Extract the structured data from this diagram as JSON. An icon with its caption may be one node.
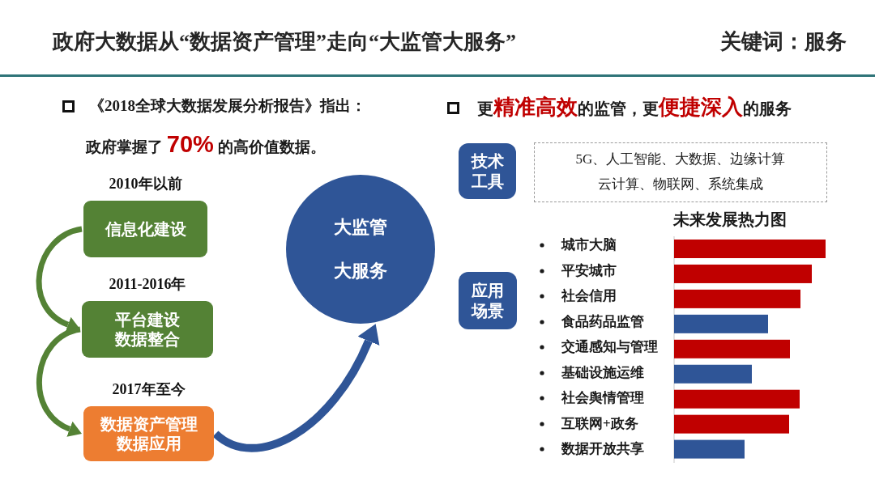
{
  "diagram": {
    "title": "政府大数据从“数据资产管理”走向“大监管大服务”",
    "nodes": [
      {
        "text": [
          "信息化建设"
        ],
        "beside": [
          "2010年以前"
        ]
      },
      {
        "text": [
          "平台建设",
          "数据整合"
        ],
        "beside": [
          "2011-2016年"
        ]
      },
      {
        "text": [
          "数据资产管理",
          "数据应用"
        ],
        "beside": [
          "2017年至今"
        ]
      },
      {
        "text": [
          "大监管",
          "大服务"
        ]
      },
      {
        "text": [
          "技术工具"
        ]
      },
      {
        "text": [
          "5G、人工智能、大数据、边缘计算",
          "云计算、物联网、系统集成"
        ]
      },
      {
        "text": [
          "应用场景"
        ]
      }
    ],
    "edges": [
      {
        "from": 0,
        "to": 1,
        "arrow": "to"
      },
      {
        "from": 1,
        "to": 2,
        "arrow": "to"
      },
      {
        "from": 2,
        "to": 3,
        "arrow": "to",
        "color": "#2f5597"
      }
    ],
    "labels": [
      "关键词：服务",
      "《2018全球大数据发展分析报告》指出：",
      "政府掌握了 **70%** 的高价值数据。",
      "更**精准高效**的监管，更**便捷深入**的服务",
      "未来发展热力图",
      "城市大脑",
      "平安城市",
      "社会信用",
      "食品药品监管",
      "交通感知与管理",
      "基础设施运维",
      "社会舆情管理",
      "互联网+政务",
      "数据开放共享"
    ]
  }
}
